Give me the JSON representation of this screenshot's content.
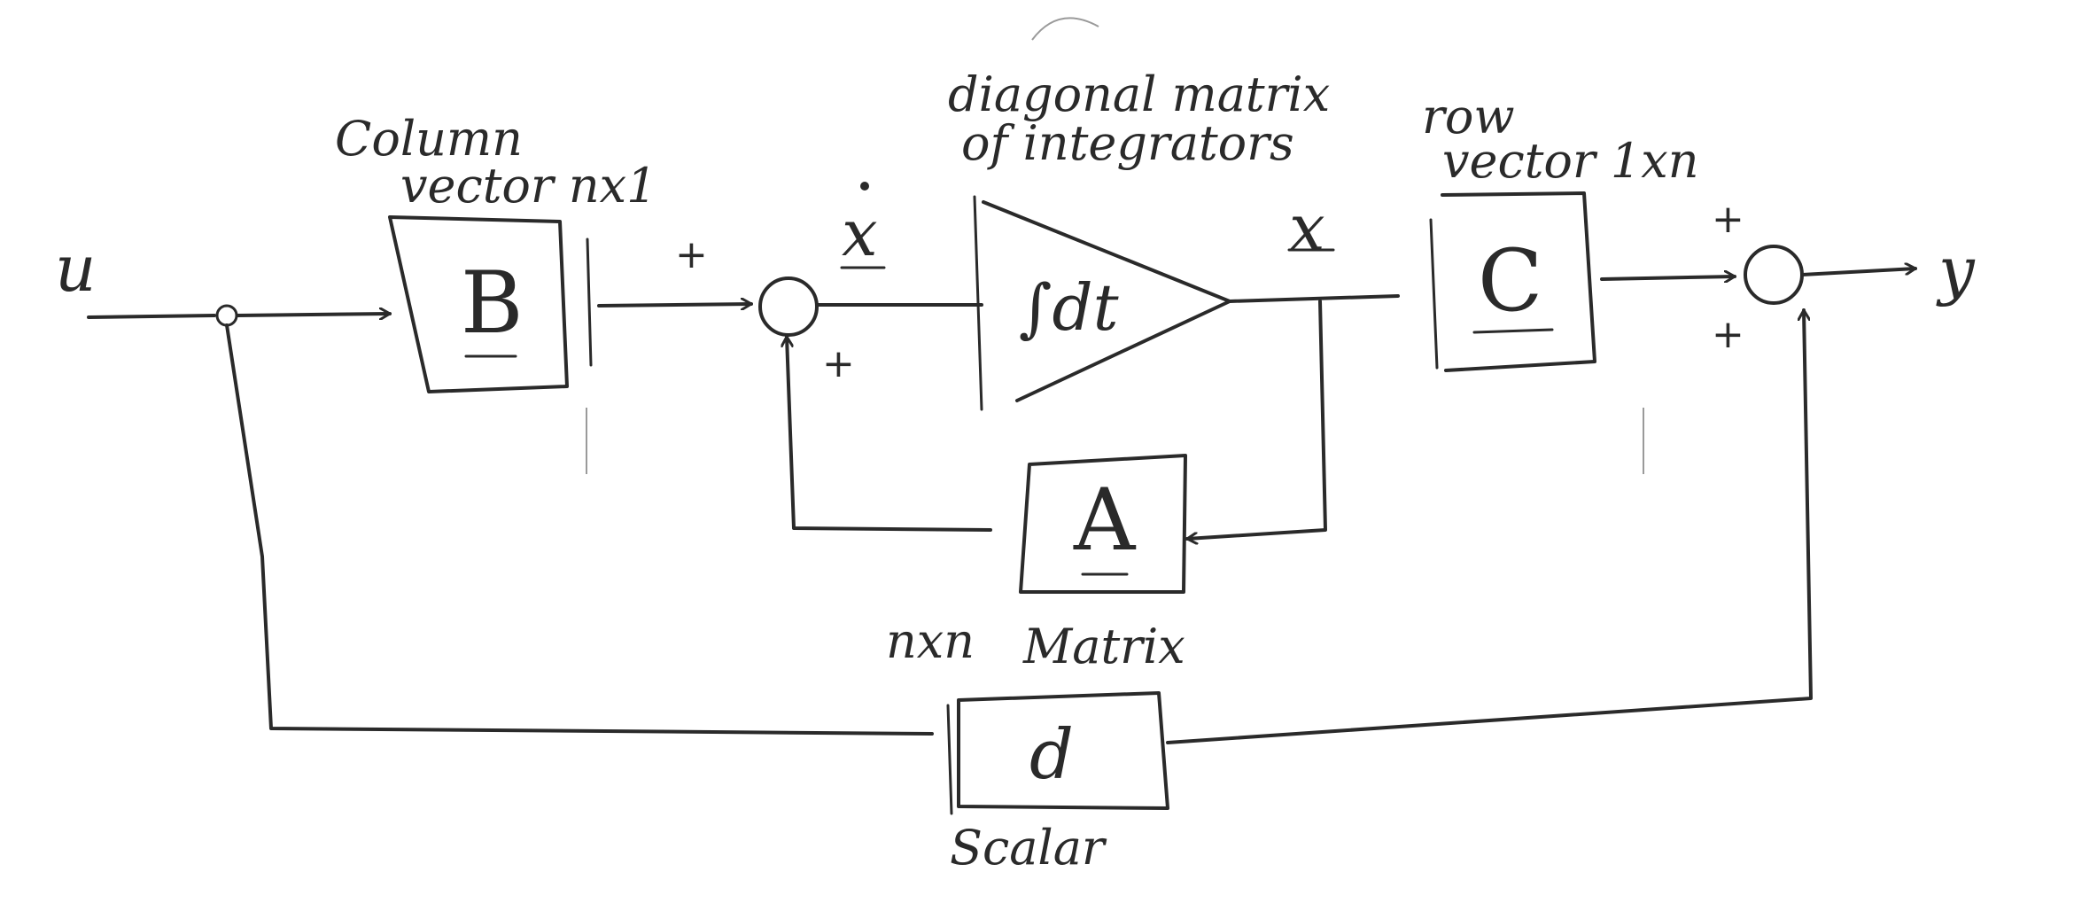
{
  "signals": {
    "input": "u",
    "output": "y",
    "state": "x",
    "state_derivative": "x"
  },
  "blocks": {
    "b": {
      "symbol": "B",
      "note_line1": "Column",
      "note_line2": "vector nx1"
    },
    "integrator": {
      "symbol": "∫dt",
      "note_line1": "diagonal matrix",
      "note_line2": "of integrators"
    },
    "c": {
      "symbol": "C",
      "note_line1": "row",
      "note_line2": "vector 1xn"
    },
    "a": {
      "symbol": "A",
      "note_dim": "nxn",
      "note_kind": "Matrix"
    },
    "d": {
      "symbol": "d",
      "note": "Scalar"
    }
  },
  "signs": {
    "sum1_top": "+",
    "sum1_bottom": "+",
    "sum2_top": "+",
    "sum2_bottom": "+"
  }
}
